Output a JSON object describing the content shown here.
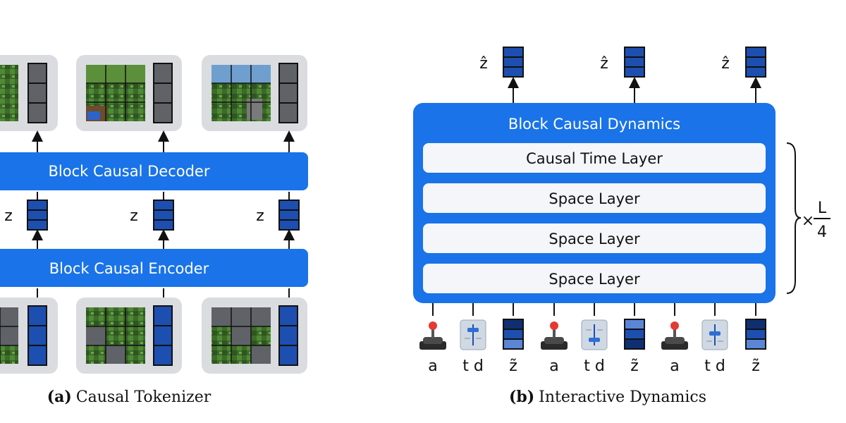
{
  "tokenizer": {
    "decoder_label": "Block Causal Decoder",
    "encoder_label": "Block Causal Encoder",
    "latent_labels": [
      "z",
      "z",
      "z"
    ],
    "caption_tag": "(a)",
    "caption_text": "Causal Tokenizer"
  },
  "dynamics": {
    "block_title": "Block Causal Dynamics",
    "layers": [
      "Causal Time Layer",
      "Space Layer",
      "Space Layer",
      "Space Layer"
    ],
    "output_labels": [
      "ẑ",
      "ẑ",
      "ẑ"
    ],
    "repeat_prefix": "×",
    "repeat_numerator": "L",
    "repeat_denominator": "4",
    "input_labels": [
      "a",
      "t d",
      "z̃",
      "a",
      "t d",
      "z̃",
      "a",
      "t d",
      "z̃"
    ],
    "caption_tag": "(b)",
    "caption_text": "Interactive Dynamics"
  },
  "colors": {
    "primary_blue": "#1a73e8",
    "token_blue": "#1d4fb0",
    "token_gray": "#5f6368",
    "frame_bg": "#dadce0",
    "layer_bg": "#f4f6f9"
  },
  "icons": [
    "joystick-icon",
    "slider-icon",
    "latent-token-icon",
    "minecraft-frame-icon"
  ]
}
